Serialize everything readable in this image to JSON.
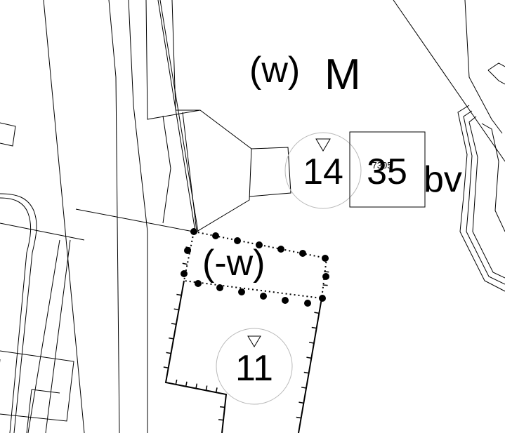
{
  "map": {
    "labels": {
      "zone_w": "(w)",
      "zone_m": "M",
      "zone_bv": "bv",
      "zone_minus_w": "(-w)",
      "height_14": "14",
      "height_11": "11",
      "box_number": "35",
      "box_small_text": "7305"
    },
    "colors": {
      "line": "#000000",
      "circle": "#b8b8b8",
      "background": "#ffffff"
    },
    "symbols": [
      "triangle-marker-icon",
      "dot-boundary",
      "tick-boundary"
    ]
  }
}
